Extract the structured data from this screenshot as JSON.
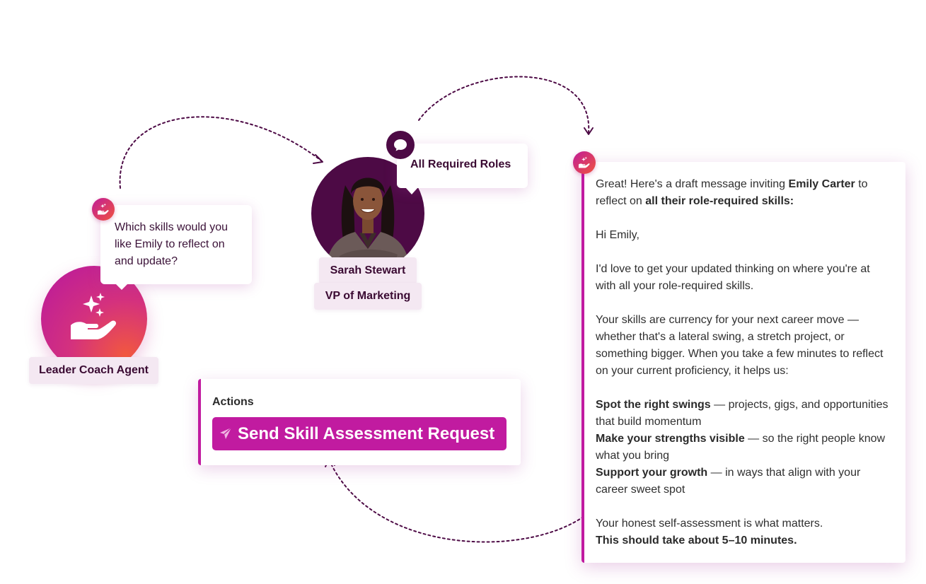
{
  "agent": {
    "name": "Leader Coach Agent",
    "icon": "sparkle-hand-icon",
    "question": "Which skills would you like Emily to reflect on and update?"
  },
  "person": {
    "name": "Sarah Stewart",
    "title": "VP of Marketing",
    "selection": "All Required Roles"
  },
  "actions": {
    "label": "Actions",
    "send_button": "Send Skill Assessment Request"
  },
  "message": {
    "intro_1": "Great! Here's a draft message inviting ",
    "intro_name": "Emily Carter",
    "intro_2": " to reflect on ",
    "intro_bold": "all their role-required skills:",
    "greeting": "Hi Emily,",
    "p1": "I'd love to get your updated thinking on where you're at with all your role-required skills.",
    "p2": "Your skills are currency for your next career move — whether that's a lateral swing, a stretch project, or something bigger. When you take a few minutes to reflect on your current proficiency, it helps us:",
    "benefits": [
      {
        "bold": "Spot the right swings",
        "text": " — projects, gigs, and opportunities that build momentum"
      },
      {
        "bold": "Make your strengths visible",
        "text": " — so the right people know what you bring"
      },
      {
        "bold": "Support your growth",
        "text": " — in ways that align with your career sweet spot"
      }
    ],
    "closing": "Your honest self-assessment is what matters.",
    "closing_bold": "This should take about 5–10 minutes."
  },
  "colors": {
    "accent": "#c11ba0",
    "deep_plum": "#4d0a45",
    "chip_bg": "#f4e8f2",
    "gradient_end": "#f2583e"
  }
}
